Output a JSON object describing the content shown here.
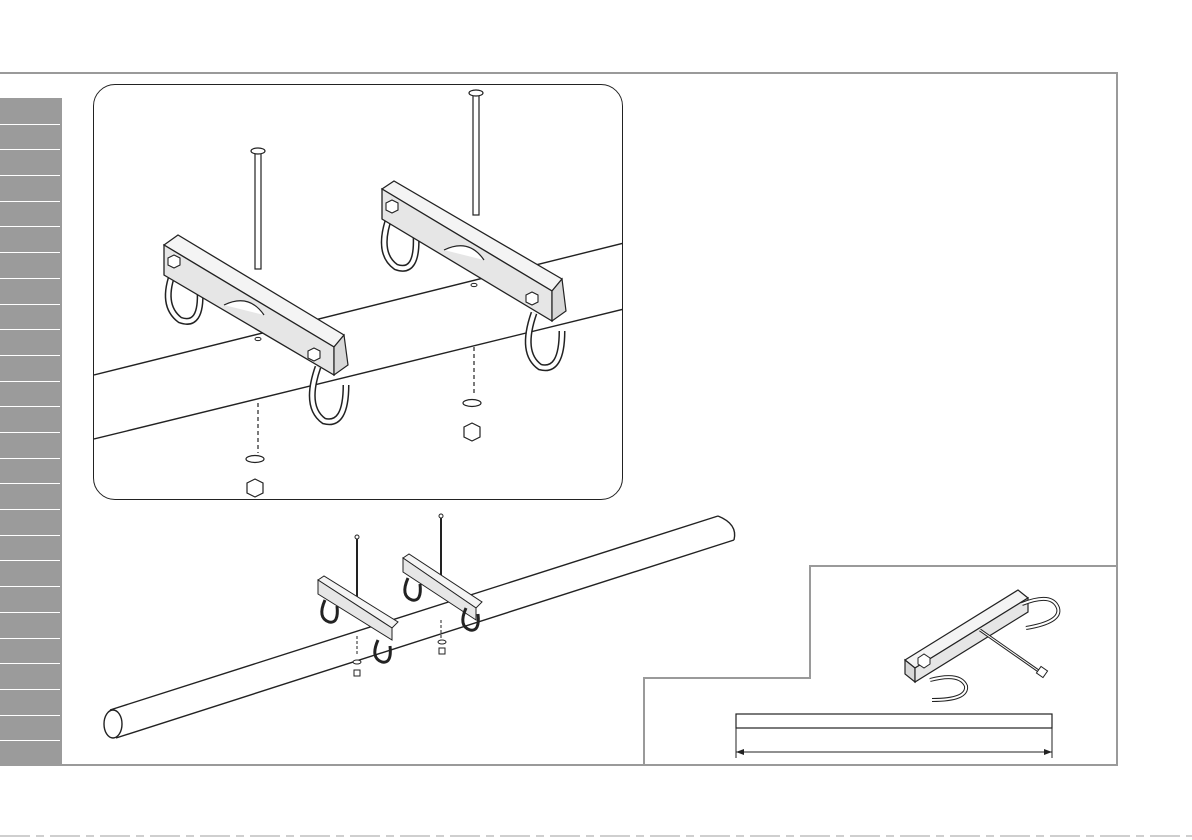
{
  "figure": {
    "type": "assembly-instruction",
    "parts": [
      "swing-beam",
      "swing-hanger",
      "carriage-bolt",
      "washer",
      "nut"
    ],
    "hanger_count": 2
  },
  "colors": {
    "frame": "#9a9a9a",
    "side_tabs": "#9b9b9b",
    "line": "#222222",
    "part_fill": "#e6e6e6"
  },
  "side_tab_count": 26
}
